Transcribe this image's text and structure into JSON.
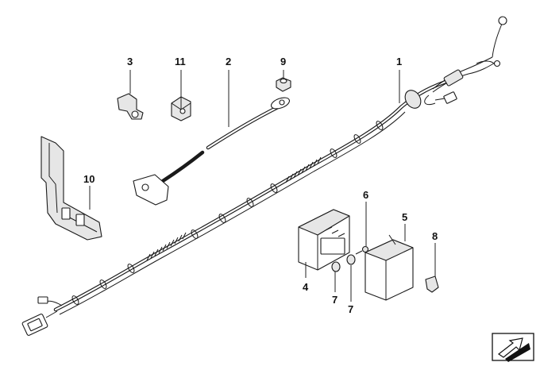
{
  "callouts": [
    {
      "id": "1",
      "label": "1"
    },
    {
      "id": "2",
      "label": "2"
    },
    {
      "id": "3",
      "label": "3"
    },
    {
      "id": "4",
      "label": "4"
    },
    {
      "id": "5",
      "label": "5"
    },
    {
      "id": "6",
      "label": "6"
    },
    {
      "id": "7a",
      "label": "7"
    },
    {
      "id": "7b",
      "label": "7"
    },
    {
      "id": "8",
      "label": "8"
    },
    {
      "id": "9",
      "label": "9"
    },
    {
      "id": "10",
      "label": "10"
    },
    {
      "id": "11",
      "label": "11"
    }
  ],
  "icons": {
    "corner_symbol": "diagonal-arrow-icon"
  }
}
